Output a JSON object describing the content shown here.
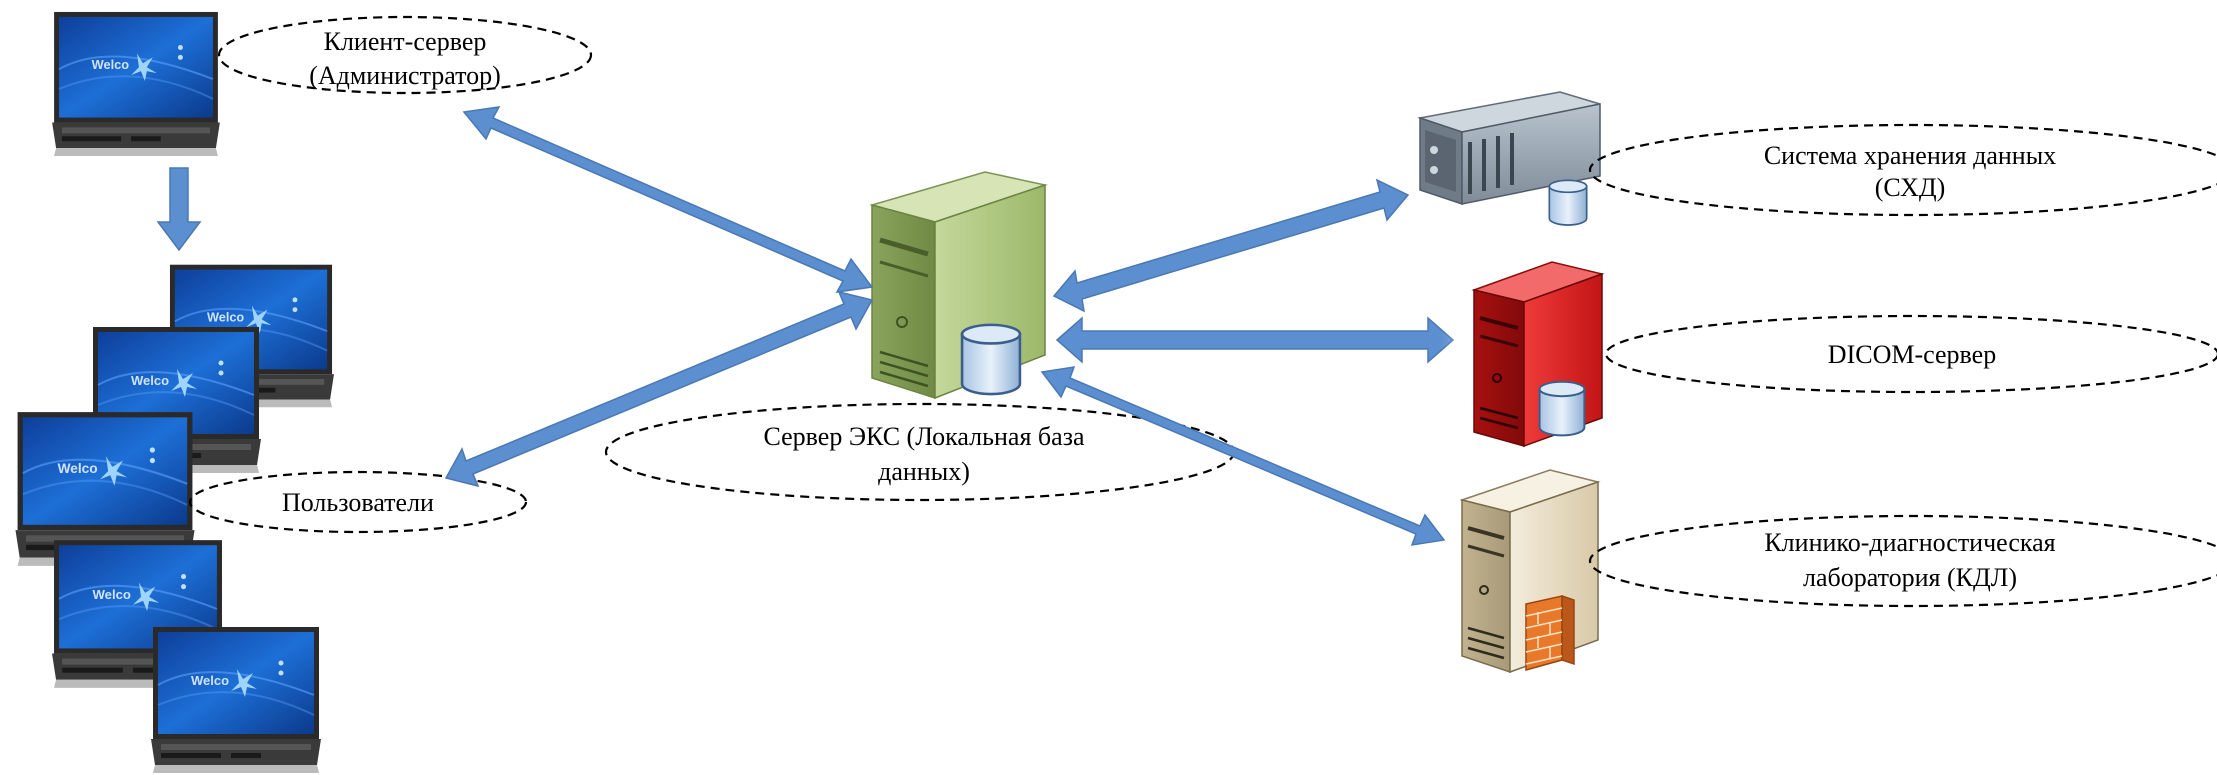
{
  "nodes": {
    "admin": {
      "label_line1": "Клиент-сервер",
      "label_line2": "(Администратор)"
    },
    "users": {
      "label": "Пользователи"
    },
    "server": {
      "label_line1": "Сервер ЭКС (Локальная база",
      "label_line2": "данных)"
    },
    "storage": {
      "label_line1": "Система хранения данных",
      "label_line2": "(СХД)"
    },
    "dicom": {
      "label": "DICOM-сервер"
    },
    "lab": {
      "label_line1": "Клинико-диагностическая",
      "label_line2": "лаборатория (КДЛ)"
    }
  },
  "screen_text": "Welco",
  "colors": {
    "arrow": "#5b8fd0",
    "server_green": "#a9c27a",
    "dicom_red": "#d81e1e",
    "lab_beige": "#e8dcc4",
    "storage_gray": "#8e9aa6",
    "screen_blue": "#1a5fbf"
  },
  "icons": [
    "laptop-icon",
    "server-icon",
    "database-icon",
    "storage-rack-icon",
    "firewall-icon"
  ]
}
